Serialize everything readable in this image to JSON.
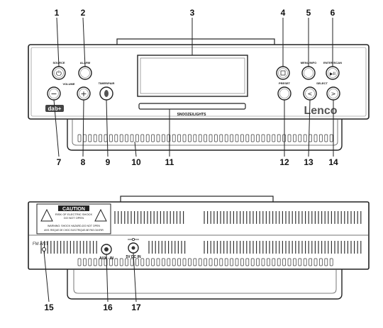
{
  "callouts": [
    "1",
    "2",
    "3",
    "4",
    "5",
    "6",
    "7",
    "8",
    "9",
    "10",
    "11",
    "12",
    "13",
    "14",
    "15",
    "16",
    "17"
  ],
  "front": {
    "labels": {
      "source": "SOURCE",
      "alarm": "ALARM",
      "volume": "VOLUME",
      "timer": "TIMER/PAIR",
      "snooze": "SNOOZE/LIGHTS",
      "menu": "MENU/INFO",
      "enter": "ENTER/SCAN",
      "preset": "PRESET",
      "select": "SELECT"
    },
    "brand": "Lenco",
    "glyphs": {
      "power": "⏻",
      "minus": "−",
      "plus": "+",
      "left": "<",
      "right": ">",
      "play_pause": "▶II",
      "dab": "dab+"
    }
  },
  "back": {
    "caution_title": "CAUTION",
    "caution_line1": "RISK OF ELECTRIC SHOCK",
    "caution_line2": "DO NOT OPEN",
    "warning_line1": "WARNING: SHOCK HAZARD-DO NOT OPEN",
    "warning_line2": "AVIS: RISQUE DE CHOC ELECTRIQUE-NE PAS OUVRIR",
    "fm_ant": "FM ANT",
    "aux_in": "AUX - IN",
    "dc_in": "5V DC IN"
  }
}
